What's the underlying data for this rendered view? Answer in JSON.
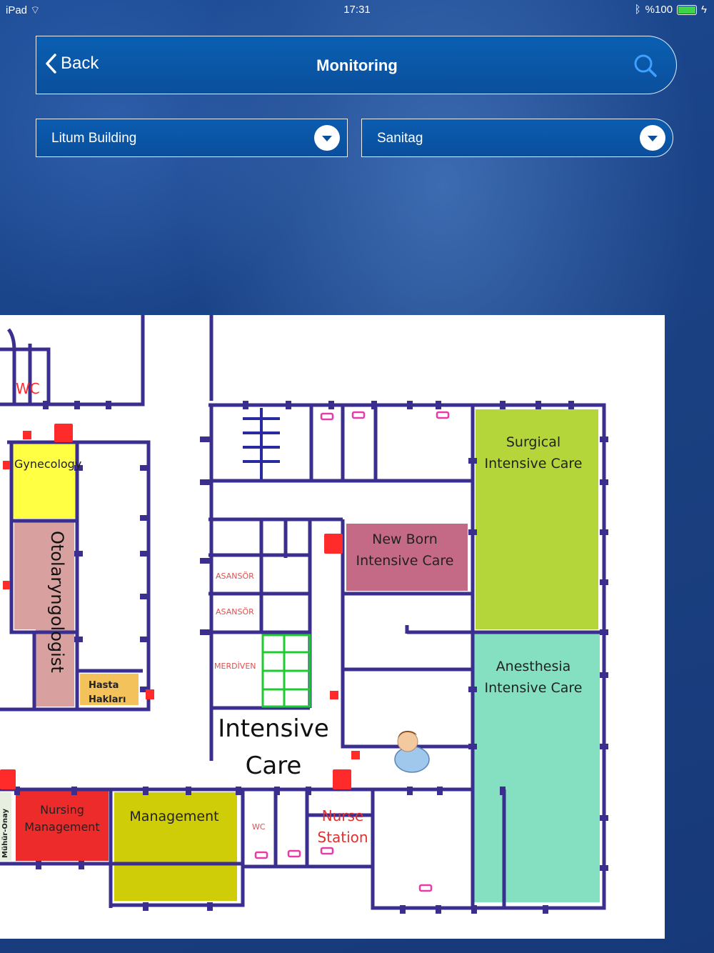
{
  "status": {
    "device": "iPad",
    "time": "17:31",
    "battery": "%100"
  },
  "nav": {
    "back_label": "Back",
    "title": "Monitoring"
  },
  "filters": {
    "building": "Litum Building",
    "tag": "Sanitag"
  },
  "map": {
    "rooms": {
      "wc_top": "WC",
      "gynecology": "Gynecology",
      "otolaryngologist": "Otolaryngologist",
      "hasta1": "Hasta",
      "hasta2": "Hakları",
      "surgical1": "Surgical",
      "surgical2": "Intensive Care",
      "newborn1": "New Born",
      "newborn2": "Intensive Care",
      "anesthesia1": "Anesthesia",
      "anesthesia2": "Intensive Care",
      "asansor1": "ASANSÖR",
      "asansor2": "ASANSÖR",
      "merdiven": "MERDİVEN",
      "icu1": "Intensive",
      "icu2": "Care",
      "nursing1": "Nursing",
      "nursing2": "Management",
      "management": "Management",
      "wc_bottom": "WC",
      "nurse1": "Nurse",
      "nurse2": "Station",
      "muhur": "Mühür-Onay"
    }
  }
}
